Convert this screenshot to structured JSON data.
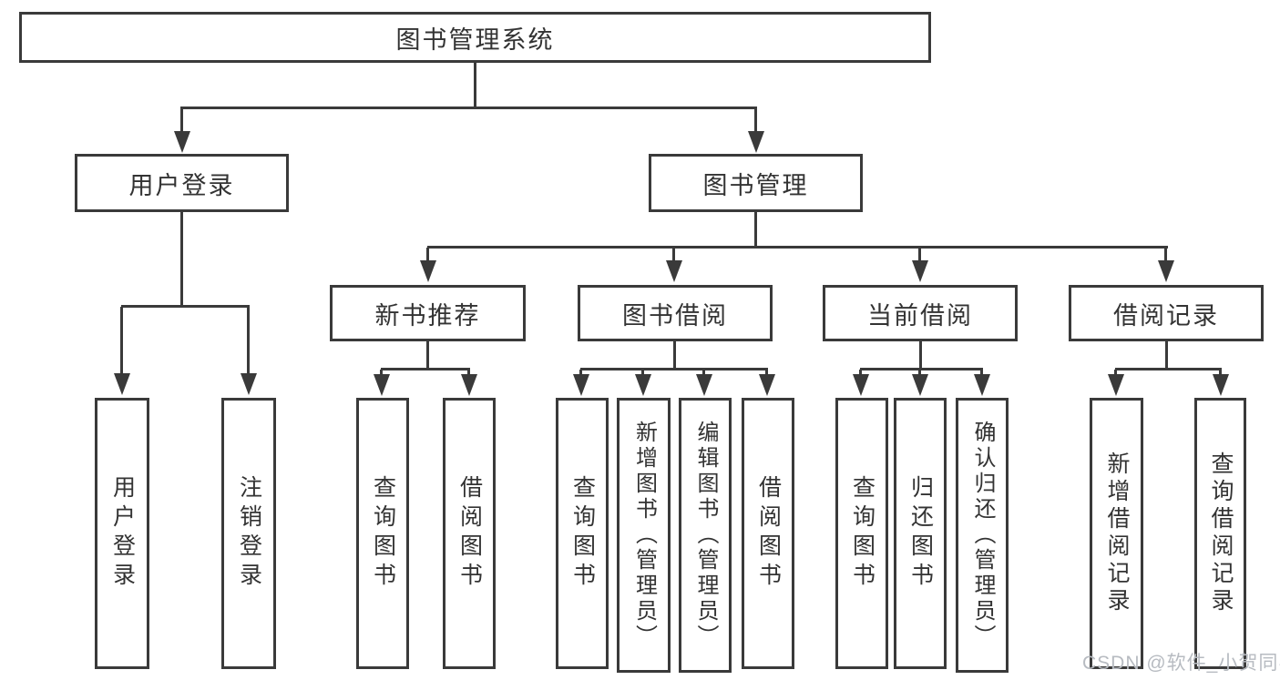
{
  "diagram": {
    "title": "图书管理系统",
    "root": {
      "label": "图书管理系统"
    },
    "level2": [
      {
        "label": "用户登录"
      },
      {
        "label": "图书管理"
      }
    ],
    "level3": [
      {
        "label": "新书推荐",
        "parent": "图书管理"
      },
      {
        "label": "图书借阅",
        "parent": "图书管理"
      },
      {
        "label": "当前借阅",
        "parent": "图书管理"
      },
      {
        "label": "借阅记录",
        "parent": "图书管理"
      }
    ],
    "leaves": [
      {
        "label": "用户登录",
        "parent": "用户登录"
      },
      {
        "label": "注销登录",
        "parent": "用户登录"
      },
      {
        "label": "查询图书",
        "parent": "新书推荐"
      },
      {
        "label": "借阅图书",
        "parent": "新书推荐"
      },
      {
        "label": "查询图书",
        "parent": "图书借阅"
      },
      {
        "label": "新增图书（管理员）",
        "parent": "图书借阅"
      },
      {
        "label": "编辑图书（管理员）",
        "parent": "图书借阅"
      },
      {
        "label": "借阅图书",
        "parent": "图书借阅"
      },
      {
        "label": "查询图书",
        "parent": "当前借阅"
      },
      {
        "label": "归还图书",
        "parent": "当前借阅"
      },
      {
        "label": "确认归还（管理员）",
        "parent": "当前借阅"
      },
      {
        "label": "新增借阅记录",
        "parent": "借阅记录"
      },
      {
        "label": "查询借阅记录",
        "parent": "借阅记录"
      }
    ],
    "colors": {
      "line": "#3a3a3a",
      "text": "#333333",
      "watermark": "#b7bbc1"
    },
    "watermark": "CSDN @软件_小贺同学"
  }
}
